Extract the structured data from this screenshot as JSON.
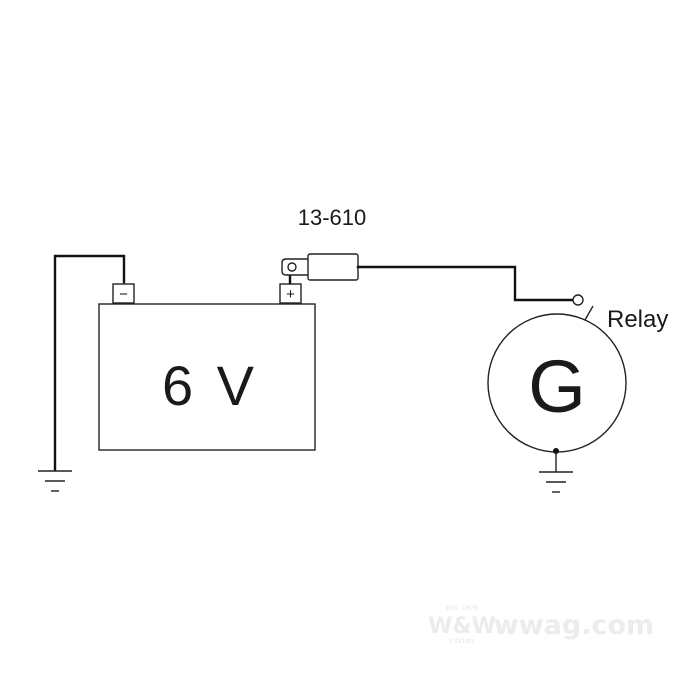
{
  "battery": {
    "label": "6 V",
    "minus_symbol": "−",
    "plus_symbol": "+"
  },
  "connector": {
    "part_number": "13-610"
  },
  "generator": {
    "label": "G",
    "relay_label": "Relay"
  },
  "watermark": {
    "brand": "W&W",
    "site": "wwag.com",
    "est": "EST. 1979",
    "place": "CYCLES"
  },
  "colors": {
    "line": "#111111",
    "background": "#ffffff",
    "watermark": "#ececec"
  }
}
